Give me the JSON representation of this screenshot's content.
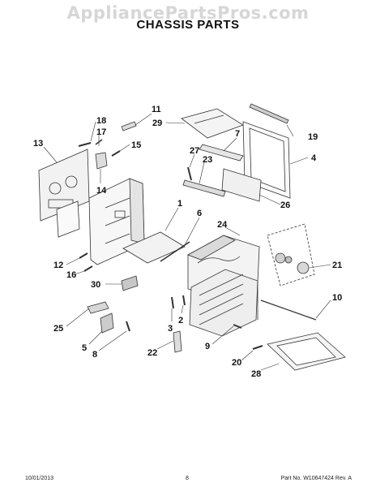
{
  "watermark": "AppliancePartsPros.com",
  "title": "CHASSIS PARTS",
  "footer": {
    "date": "10/01/2013",
    "page": "8",
    "part_number": "Part No. W10647424 Rev. A"
  },
  "callouts": [
    {
      "id": "c11",
      "label": "11"
    },
    {
      "id": "c29",
      "label": "29"
    },
    {
      "id": "c18",
      "label": "18"
    },
    {
      "id": "c17",
      "label": "17"
    },
    {
      "id": "c13",
      "label": "13"
    },
    {
      "id": "c15",
      "label": "15"
    },
    {
      "id": "c14",
      "label": "14"
    },
    {
      "id": "c7",
      "label": "7"
    },
    {
      "id": "c19",
      "label": "19"
    },
    {
      "id": "c27",
      "label": "27"
    },
    {
      "id": "c23",
      "label": "23"
    },
    {
      "id": "c4",
      "label": "4"
    },
    {
      "id": "c26",
      "label": "26"
    },
    {
      "id": "c1",
      "label": "1"
    },
    {
      "id": "c6",
      "label": "6"
    },
    {
      "id": "c24",
      "label": "24"
    },
    {
      "id": "c12",
      "label": "12"
    },
    {
      "id": "c16",
      "label": "16"
    },
    {
      "id": "c21",
      "label": "21"
    },
    {
      "id": "c30",
      "label": "30"
    },
    {
      "id": "c10",
      "label": "10"
    },
    {
      "id": "c2",
      "label": "2"
    },
    {
      "id": "c25",
      "label": "25"
    },
    {
      "id": "c3",
      "label": "3"
    },
    {
      "id": "c5",
      "label": "5"
    },
    {
      "id": "c9",
      "label": "9"
    },
    {
      "id": "c8",
      "label": "8"
    },
    {
      "id": "c22",
      "label": "22"
    },
    {
      "id": "c20",
      "label": "20"
    },
    {
      "id": "c28",
      "label": "28"
    }
  ]
}
